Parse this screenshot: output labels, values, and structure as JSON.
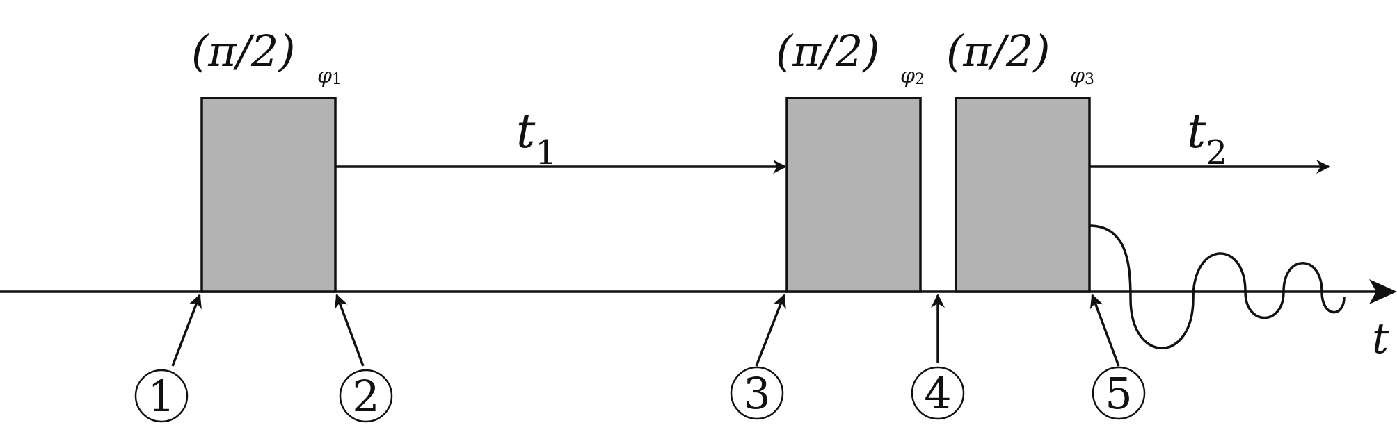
{
  "pulses": [
    {
      "angle": "(π/2)",
      "phase_symbol": "φ",
      "phase_index": "1"
    },
    {
      "angle": "(π/2)",
      "phase_symbol": "φ",
      "phase_index": "2"
    },
    {
      "angle": "(π/2)",
      "phase_symbol": "φ",
      "phase_index": "3"
    }
  ],
  "delays": {
    "t1": {
      "symbol": "t",
      "index": "1"
    },
    "t2": {
      "symbol": "t",
      "index": "2"
    }
  },
  "axis": {
    "label": "t"
  },
  "markers": [
    "1",
    "2",
    "3",
    "4",
    "5"
  ],
  "colors": {
    "pulse_fill": "#b3b3b3",
    "stroke": "#111111",
    "background": "#ffffff"
  }
}
